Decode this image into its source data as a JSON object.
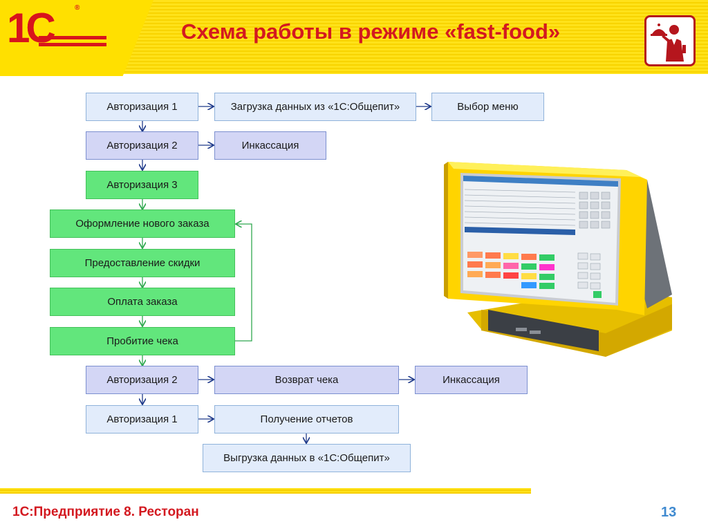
{
  "header": {
    "logo_text": "1С",
    "logo_registered": "®",
    "title": "Схема работы в режиме «fast-food»"
  },
  "diagram": {
    "auth1_top": "Авторизация 1",
    "load_data": "Загрузка данных из «1С:Общепит»",
    "menu_select": "Выбор меню",
    "auth2_top": "Авторизация 2",
    "collection_top": "Инкассация",
    "auth3": "Авторизация 3",
    "new_order": "Оформление нового заказа",
    "discount": "Предоставление скидки",
    "payment": "Оплата заказа",
    "receipt_print": "Пробитие чека",
    "auth2_bottom": "Авторизация 2",
    "receipt_return": "Возврат чека",
    "collection_bottom": "Инкассация",
    "auth1_bottom": "Авторизация 1",
    "reports": "Получение отчетов",
    "export_data": "Выгрузка данных в «1С:Общепит»"
  },
  "footer": {
    "product": "1С:Предприятие 8. Ресторан",
    "page_number": "13"
  },
  "colors": {
    "title_red": "#d31920",
    "header_yellow": "#ffe21a",
    "box_blue_light": "#e2ecfb",
    "box_blue": "#d3d6f5",
    "box_green": "#62e67c",
    "arrow_blue": "#1f3a8a",
    "arrow_green": "#2fa84f",
    "page_number_blue": "#3f8ad0"
  },
  "icons": {
    "logo": "1c-logo",
    "waiter": "waiter-icon",
    "terminal": "pos-terminal-image"
  }
}
